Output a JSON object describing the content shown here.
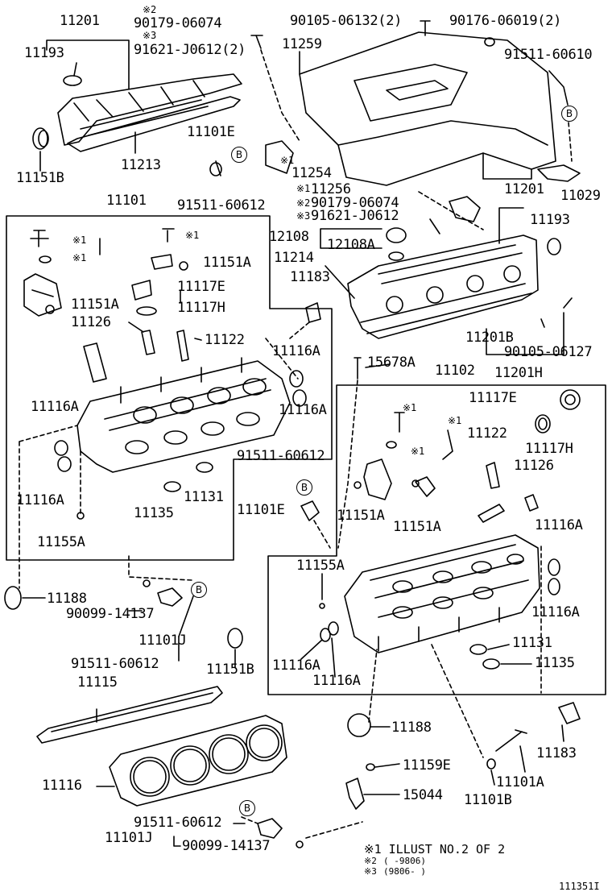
{
  "refs": {
    "r11201": "11201",
    "r11193": "11193",
    "r11151b": "11151B",
    "r11213": "11213",
    "n2_top": "※2",
    "p90179a": "90179-06074",
    "n3_top": "※3",
    "p91621a": "91621-J0612(2)",
    "p90105": "90105-06132(2)",
    "p90176": "90176-06019(2)",
    "r11259": "11259",
    "p91511a": "91511-60610",
    "r11101e_top": "11101E",
    "r11254": "11254",
    "n1_11254": "※1",
    "p91511b": "91511-60612",
    "r11256": "11256",
    "n1_11256": "※1",
    "p90179b": "90179-06074",
    "n2_mid": "※2",
    "p91621b": "91621-J0612",
    "n3_mid": "※3",
    "r11201_right": "11201",
    "r11029": "11029",
    "r11193_right": "11193",
    "r11101": "11101",
    "n1_a": "※1",
    "n1_b": "※1",
    "n1_c": "※1",
    "r11151a_1": "11151A",
    "r12108": "12108",
    "r12108a": "12108A",
    "r11214": "11214",
    "r11117e_l": "11117E",
    "r11151a_2": "11151A",
    "r11117h_l": "11117H",
    "r11183_top": "11183",
    "r11126_l": "11126",
    "r11122_l": "11122",
    "r11201b": "11201B",
    "p90105b": "90105-06127",
    "r11201h": "11201H",
    "r11116a_1": "11116A",
    "r15678a": "15678A",
    "r11102": "11102",
    "r11116a_2": "11116A",
    "r11117e_r": "11117E",
    "n1_d": "※1",
    "r11116a_3": "11116A",
    "n1_e": "※1",
    "n1_f": "※1",
    "r11122_r": "11122",
    "r11117h_r": "11117H",
    "r11126_r": "11126",
    "r11116a_4": "11116A",
    "p91511c": "91511-60612",
    "r11131_l": "11131",
    "r11135_l": "11135",
    "r11101e_mid": "11101E",
    "r11151a_3": "11151A",
    "r11151a_4": "11151A",
    "r11116a_5": "11116A",
    "r11155a_l": "11155A",
    "r11155a_r": "11155A",
    "r11188_l": "11188",
    "p90099a": "90099-14137",
    "r11101j_l": "11101J",
    "r11116a_6": "11116A",
    "r11131_r": "11131",
    "p91511d": "91511-60612",
    "r11151b_mid": "11151B",
    "r11116a_7": "11116A",
    "r11135_r": "11135",
    "r11116a_8": "11116A",
    "r11115": "11115",
    "r11188_r": "11188",
    "r11183_r": "11183",
    "r11159e": "11159E",
    "r11116": "11116",
    "r15044": "15044",
    "r11101a": "11101A",
    "r11101b": "11101B",
    "p91511e": "91511-60612",
    "r11101j_b": "11101J",
    "p90099b": "90099-14137"
  },
  "markers": {
    "b1": "B",
    "b2": "B",
    "b3": "B",
    "b4": "B",
    "b5": "B"
  },
  "legend": {
    "l1": "※1 ILLUST NO.2 OF 2",
    "l2_mark": "※2",
    "l2": "(   -9806)",
    "l3_mark": "※3",
    "l3": "(9806-   )"
  },
  "figure_id": "111351I"
}
